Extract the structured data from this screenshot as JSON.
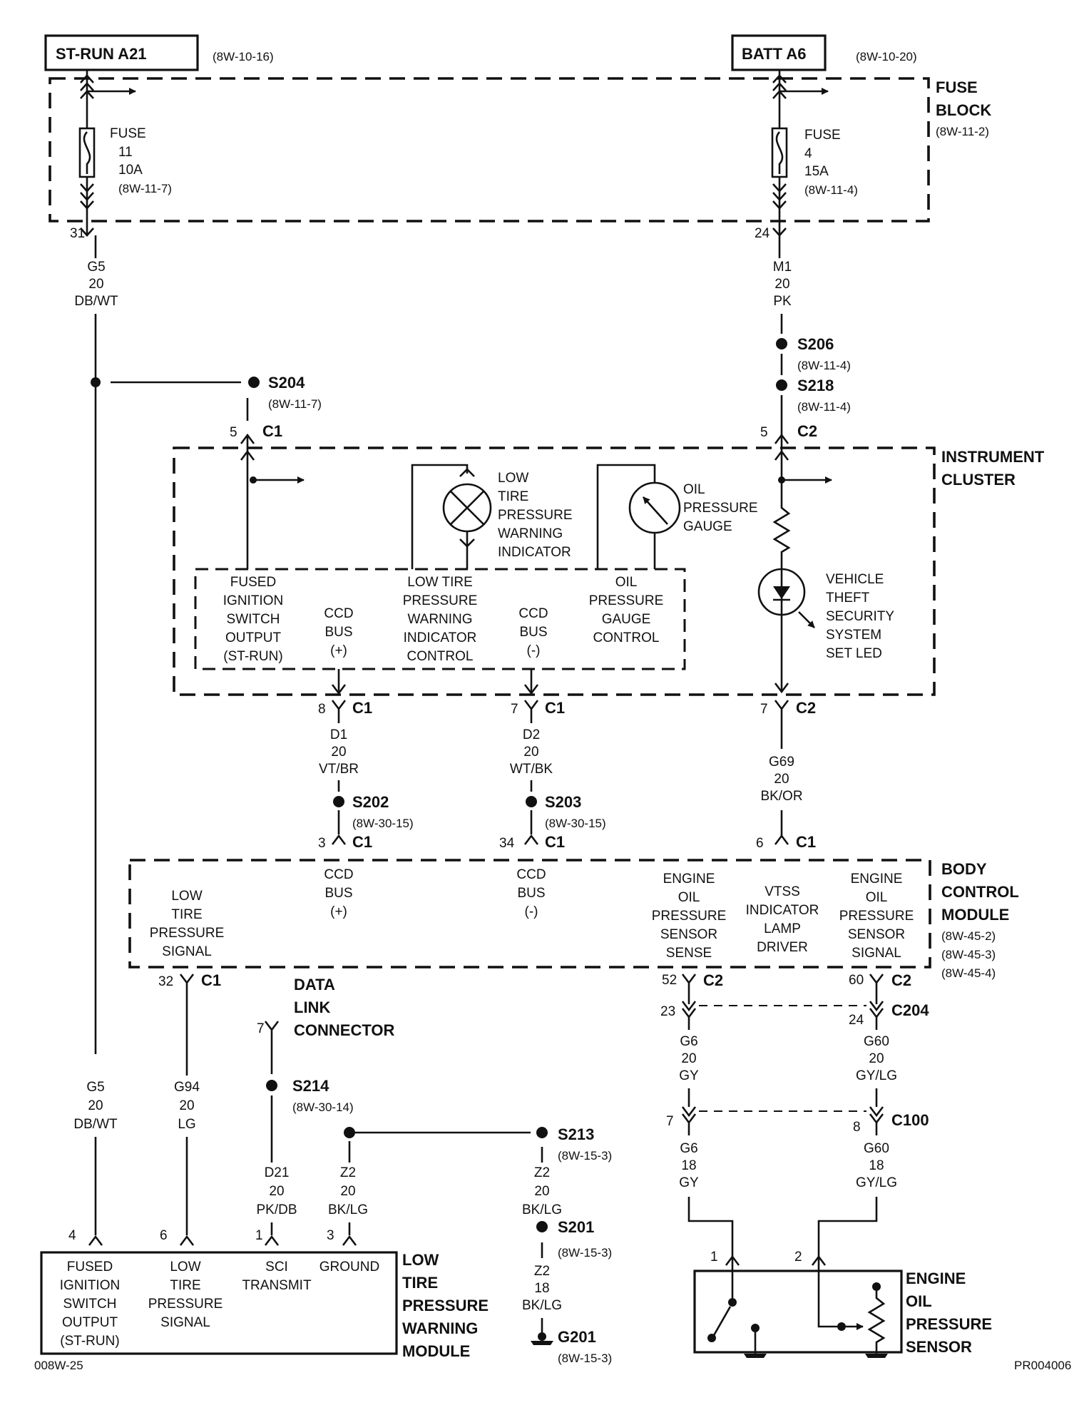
{
  "footer": {
    "left_code": "008W-25",
    "right_code": "PR004006"
  },
  "power_sources": [
    {
      "label": "ST-RUN A21",
      "ref": "(8W-10-16)"
    },
    {
      "label": "BATT A6",
      "ref": "(8W-10-20)"
    }
  ],
  "fuse_block": {
    "title_line1": "FUSE",
    "title_line2": "BLOCK",
    "ref": "(8W-11-2)"
  },
  "fuses": [
    {
      "line1": "FUSE",
      "line2": "11",
      "line3": "10A",
      "ref": "(8W-11-7)",
      "pin": "31"
    },
    {
      "line1": "FUSE",
      "line2": "4",
      "line3": "15A",
      "ref": "(8W-11-4)",
      "pin": "24"
    }
  ],
  "wires": {
    "g5_top": [
      "G5",
      "20",
      "DB/WT"
    ],
    "m1": [
      "M1",
      "20",
      "PK"
    ],
    "d1": [
      "D1",
      "20",
      "VT/BR"
    ],
    "d2": [
      "D2",
      "20",
      "WT/BK"
    ],
    "g69": [
      "G69",
      "20",
      "BK/OR"
    ],
    "g5_bottom": [
      "G5",
      "20",
      "DB/WT"
    ],
    "g94": [
      "G94",
      "20",
      "LG"
    ],
    "d21": [
      "D21",
      "20",
      "PK/DB"
    ],
    "z2_a": [
      "Z2",
      "20",
      "BK/LG"
    ],
    "z2_b": [
      "Z2",
      "20",
      "BK/LG"
    ],
    "z2_c": [
      "Z2",
      "18",
      "BK/LG"
    ],
    "g6_a": [
      "G6",
      "20",
      "GY"
    ],
    "g60_a": [
      "G60",
      "20",
      "GY/LG"
    ],
    "g6_b": [
      "G6",
      "18",
      "GY"
    ],
    "g60_b": [
      "G60",
      "18",
      "GY/LG"
    ]
  },
  "splices": {
    "s204": {
      "name": "S204",
      "ref": "(8W-11-7)"
    },
    "s206": {
      "name": "S206",
      "ref": "(8W-11-4)"
    },
    "s218": {
      "name": "S218",
      "ref": "(8W-11-4)"
    },
    "s202": {
      "name": "S202",
      "ref": "(8W-30-15)"
    },
    "s203": {
      "name": "S203",
      "ref": "(8W-30-15)"
    },
    "s214": {
      "name": "S214",
      "ref": "(8W-30-14)"
    },
    "s213": {
      "name": "S213",
      "ref": "(8W-15-3)"
    },
    "s201": {
      "name": "S201",
      "ref": "(8W-15-3)"
    },
    "g201": {
      "name": "G201",
      "ref": "(8W-15-3)"
    }
  },
  "connectors": {
    "ic_c1_top": {
      "pin": "5",
      "name": "C1"
    },
    "ic_c2_top": {
      "pin": "5",
      "name": "C2"
    },
    "ic_c1_d1": {
      "pin": "8",
      "name": "C1"
    },
    "ic_c1_d2": {
      "pin": "7",
      "name": "C1"
    },
    "ic_c2_bot": {
      "pin": "7",
      "name": "C2"
    },
    "bcm_c1_d1": {
      "pin": "3",
      "name": "C1"
    },
    "bcm_c1_d2": {
      "pin": "34",
      "name": "C1"
    },
    "bcm_c1_g69": {
      "pin": "6",
      "name": "C1"
    },
    "bcm_c1_g94": {
      "pin": "32",
      "name": "C1"
    },
    "bcm_c2_g6": {
      "pin": "52",
      "name": "C2"
    },
    "bcm_c2_g60": {
      "pin": "60",
      "name": "C2"
    },
    "c204_g6": {
      "pin": "23"
    },
    "c204_g60": {
      "pin": "24",
      "name": "C204"
    },
    "c100_g6": {
      "pin": "7"
    },
    "c100_g60": {
      "pin": "8",
      "name": "C100"
    },
    "dlc": {
      "pin": "7"
    },
    "ltpwm_pins": [
      "4",
      "6",
      "1",
      "3"
    ],
    "sensor_pins": [
      "1",
      "2"
    ]
  },
  "instrument_cluster": {
    "title_line1": "INSTRUMENT",
    "title_line2": "CLUSTER",
    "ltw_indicator": [
      "LOW",
      "TIRE",
      "PRESSURE",
      "WARNING",
      "INDICATOR"
    ],
    "oil_gauge": [
      "OIL",
      "PRESSURE",
      "GAUGE"
    ],
    "vtss_led": [
      "VEHICLE",
      "THEFT",
      "SECURITY",
      "SYSTEM",
      "SET LED"
    ],
    "labels": {
      "fused_ign": [
        "FUSED",
        "IGNITION",
        "SWITCH",
        "OUTPUT",
        "(ST-RUN)"
      ],
      "ccd_pos": [
        "CCD",
        "BUS",
        "(+)"
      ],
      "ltw_control": [
        "LOW TIRE",
        "PRESSURE",
        "WARNING",
        "INDICATOR",
        "CONTROL"
      ],
      "ccd_neg": [
        "CCD",
        "BUS",
        "(-)"
      ],
      "oil_control": [
        "OIL",
        "PRESSURE",
        "GAUGE",
        "CONTROL"
      ]
    }
  },
  "bcm": {
    "title": [
      "BODY",
      "CONTROL",
      "MODULE"
    ],
    "refs": [
      "(8W-45-2)",
      "(8W-45-3)",
      "(8W-45-4)"
    ],
    "labels": {
      "lt_signal": [
        "LOW",
        "TIRE",
        "PRESSURE",
        "SIGNAL"
      ],
      "ccd_pos": [
        "CCD",
        "BUS",
        "(+)"
      ],
      "ccd_neg": [
        "CCD",
        "BUS",
        "(-)"
      ],
      "eop_sense": [
        "ENGINE",
        "OIL",
        "PRESSURE",
        "SENSOR",
        "SENSE"
      ],
      "vtss_driver": [
        "VTSS",
        "INDICATOR",
        "LAMP",
        "DRIVER"
      ],
      "eop_signal": [
        "ENGINE",
        "OIL",
        "PRESSURE",
        "SENSOR",
        "SIGNAL"
      ]
    }
  },
  "data_link_connector": [
    "DATA",
    "LINK",
    "CONNECTOR"
  ],
  "ltpwm": {
    "title": [
      "LOW",
      "TIRE",
      "PRESSURE",
      "WARNING",
      "MODULE"
    ],
    "labels": {
      "fused_ign": [
        "FUSED",
        "IGNITION",
        "SWITCH",
        "OUTPUT",
        "(ST-RUN)"
      ],
      "lt_signal": [
        "LOW",
        "TIRE",
        "PRESSURE",
        "SIGNAL"
      ],
      "sci": [
        "SCI",
        "TRANSMIT"
      ],
      "ground": [
        "GROUND"
      ]
    }
  },
  "oil_sensor": {
    "title": [
      "ENGINE",
      "OIL",
      "PRESSURE",
      "SENSOR"
    ]
  }
}
